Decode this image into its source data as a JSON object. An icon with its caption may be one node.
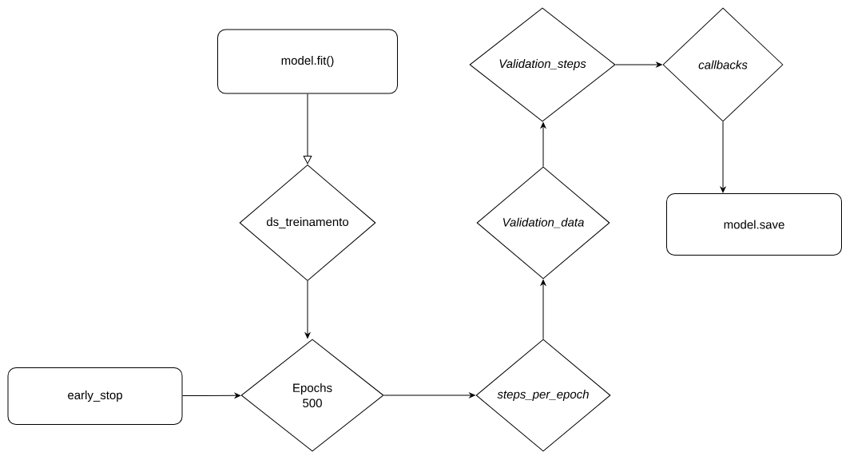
{
  "diagram": {
    "nodes": [
      {
        "text": [
          "model.fit()"
        ]
      },
      {
        "text": [
          "ds_treinamento"
        ]
      },
      {
        "text": [
          "Epochs",
          "500"
        ]
      },
      {
        "text": [
          "early_stop"
        ]
      },
      {
        "text": [
          "steps_per_epoch"
        ]
      },
      {
        "text": [
          "Validation_data"
        ]
      },
      {
        "text": [
          "Validation_steps"
        ]
      },
      {
        "text": [
          "callbacks"
        ]
      },
      {
        "text": [
          "model.save"
        ]
      }
    ],
    "edges": [
      {
        "from": 0,
        "to": 1,
        "arrow": "to"
      },
      {
        "from": 1,
        "to": 2,
        "arrow": "to"
      },
      {
        "from": 3,
        "to": 2,
        "arrow": "to"
      },
      {
        "from": 2,
        "to": 4,
        "arrow": "to"
      },
      {
        "from": 4,
        "to": 5,
        "arrow": "to"
      },
      {
        "from": 5,
        "to": 6,
        "arrow": "to"
      },
      {
        "from": 6,
        "to": 7,
        "arrow": "to"
      },
      {
        "from": 7,
        "to": 8,
        "arrow": "to"
      }
    ]
  }
}
